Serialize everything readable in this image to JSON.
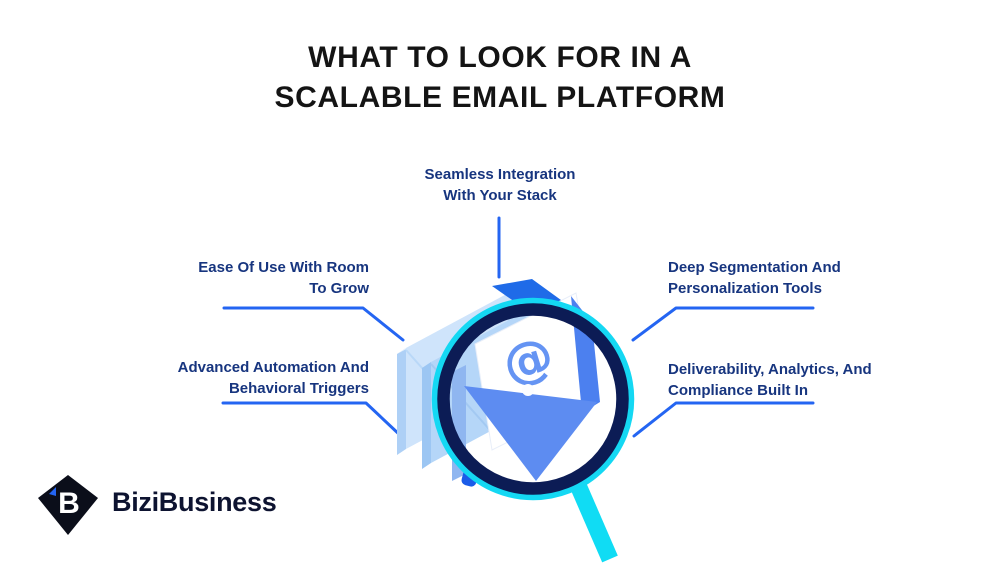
{
  "title": {
    "line1": "WHAT TO LOOK FOR IN A",
    "line2": "SCALABLE EMAIL PLATFORM"
  },
  "features": {
    "top": {
      "label": "Seamless Integration\nWith Your Stack"
    },
    "left_upper": {
      "label": "Ease Of Use With Room\nTo Grow"
    },
    "left_lower": {
      "label": "Advanced Automation And\nBehavioral Triggers"
    },
    "right_upper": {
      "label": "Deep Segmentation And\nPersonalization Tools"
    },
    "right_lower": {
      "label": "Deliverability, Analytics, And\nCompliance Built In"
    }
  },
  "illustration": {
    "icon": "envelope-with-letter-under-magnifying-glass",
    "at_symbol": "@"
  },
  "logo": {
    "monogram": "B",
    "brand": "BiziBusiness"
  },
  "colors": {
    "title_text": "#141414",
    "label_navy": "#17357F",
    "connector_blue": "#2465F2",
    "envelope_blue": "#5D8CF1",
    "flap_blue": "#1F6BE8",
    "panel_light_blue": "#CFE4FB",
    "magnifier_ring_navy": "#0C1C55",
    "magnifier_cyan": "#12D8F3",
    "logo_black": "#0B0E1A",
    "background": "#FFFFFF"
  }
}
